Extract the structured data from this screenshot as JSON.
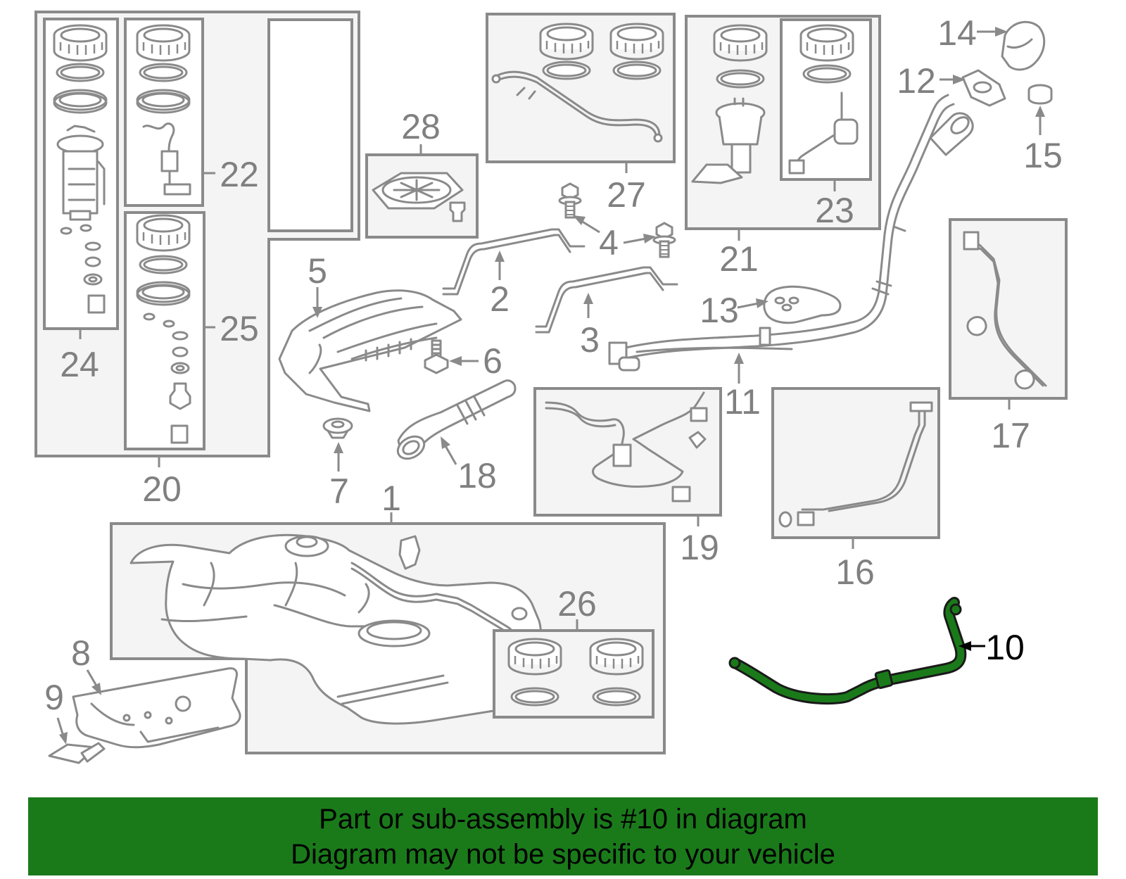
{
  "diagram": {
    "callouts": {
      "c1": "1",
      "c2": "2",
      "c3": "3",
      "c4": "4",
      "c5": "5",
      "c6": "6",
      "c7": "7",
      "c8": "8",
      "c9": "9",
      "c10": "10",
      "c11": "11",
      "c12": "12",
      "c13": "13",
      "c14": "14",
      "c15": "15",
      "c16": "16",
      "c17": "17",
      "c18": "18",
      "c19": "19",
      "c20": "20",
      "c21": "21",
      "c22": "22",
      "c23": "23",
      "c24": "24",
      "c25": "25",
      "c26": "26",
      "c27": "27",
      "c28": "28"
    },
    "highlighted_part": "10"
  },
  "banner": {
    "line1": "Part or sub-assembly is #10 in diagram",
    "line2": "Diagram may not be specific to your vehicle"
  },
  "colors": {
    "banner_bg": "#1a7a1a",
    "highlight": "#1a7a1a",
    "line": "#8a8a8a",
    "box_fill": "#f4f4f4"
  }
}
